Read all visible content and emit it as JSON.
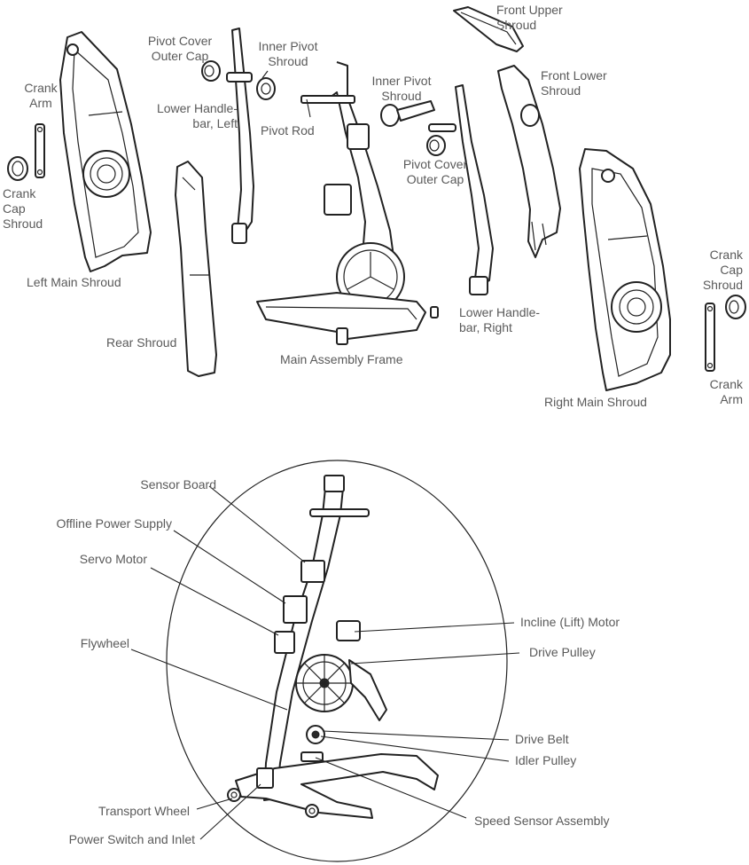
{
  "labels": {
    "front_upper_shroud": "Front Upper\nShroud",
    "pivot_cover_outer_cap_left": "Pivot Cover\nOuter Cap",
    "inner_pivot_shroud_left": "Inner Pivot\nShroud",
    "inner_pivot_shroud_right": "Inner Pivot\nShroud",
    "front_lower_shroud": "Front Lower\nShroud",
    "crank_arm_left": "Crank\nArm",
    "lower_handlebar_left": "Lower Handle-\nbar, Left",
    "pivot_rod": "Pivot Rod",
    "pivot_cover_outer_cap_right": "Pivot Cover\nOuter Cap",
    "crank_cap_shroud_left": "Crank\nCap\nShroud",
    "crank_cap_shroud_right": "Crank\nCap\nShroud",
    "left_main_shroud": "Left Main Shroud",
    "lower_handlebar_right": "Lower Handle-\nbar, Right",
    "rear_shroud": "Rear Shroud",
    "main_assembly_frame": "Main Assembly Frame",
    "right_main_shroud": "Right Main Shroud",
    "crank_arm_right": "Crank\nArm",
    "sensor_board": "Sensor Board",
    "offline_power_supply": "Offline Power Supply",
    "servo_motor": "Servo Motor",
    "flywheel": "Flywheel",
    "incline_lift_motor": "Incline (Lift) Motor",
    "drive_pulley": "Drive Pulley",
    "drive_belt": "Drive Belt",
    "idler_pulley": "Idler Pulley",
    "transport_wheel": "Transport Wheel",
    "power_switch_and_inlet": "Power Switch and Inlet",
    "speed_sensor_assembly": "Speed Sensor Assembly"
  }
}
